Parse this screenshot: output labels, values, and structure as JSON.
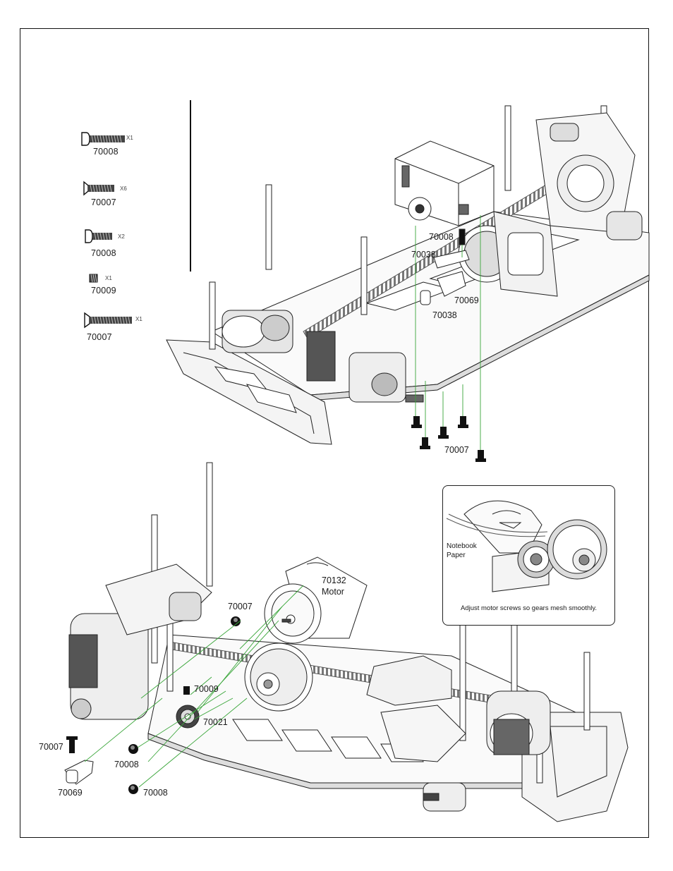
{
  "parts_list": [
    {
      "code": "70008",
      "qty": "X1"
    },
    {
      "code": "70007",
      "qty": "X6"
    },
    {
      "code": "70008",
      "qty": "X2"
    },
    {
      "code": "70009",
      "qty": "X1"
    },
    {
      "code": "70007",
      "qty": "X1"
    }
  ],
  "top_callouts": {
    "servo_screw": "70008",
    "servo_saver_upper": "70038",
    "servo_horn": "70069",
    "servo_saver_lower": "70038",
    "chassis_screws": "70007"
  },
  "bottom_callouts": {
    "motor_screw": "70007",
    "motor_code": "70132",
    "motor_name": "Motor",
    "set_screw": "70009",
    "pinion": "70021",
    "link_screw": "70007",
    "link_mount": "70069",
    "mount_screw_1": "70008",
    "mount_screw_2": "70008"
  },
  "inset": {
    "paper_label_line1": "Notebook",
    "paper_label_line2": "Paper",
    "caption": "Adjust motor screws so gears mesh smoothly."
  }
}
